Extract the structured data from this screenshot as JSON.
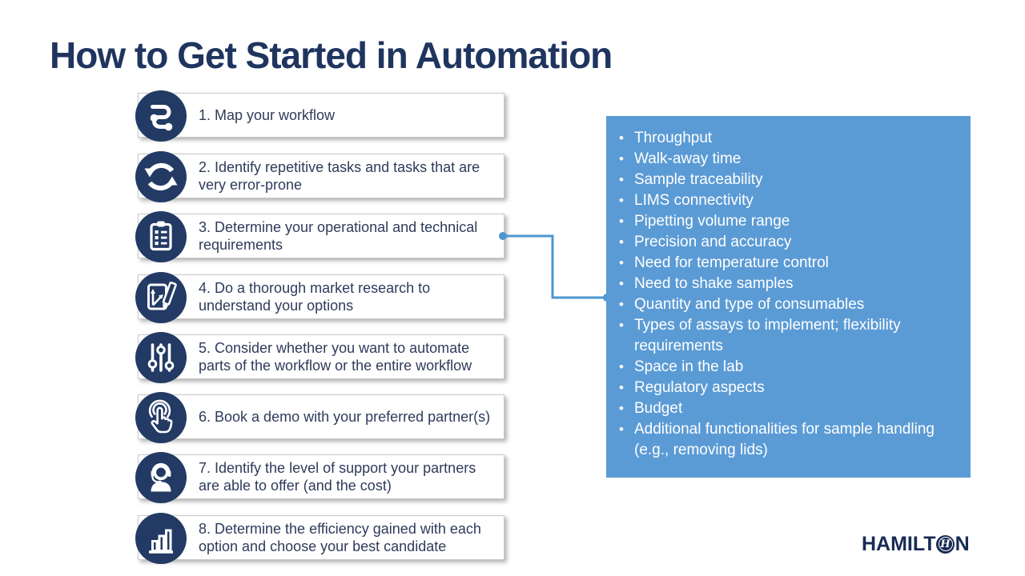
{
  "title": "How to Get Started in Automation",
  "steps": [
    {
      "icon": "workflow-map-icon",
      "label": "1. Map your workflow"
    },
    {
      "icon": "repeat-cycle-icon",
      "label": "2. Identify repetitive tasks and tasks that are very error-prone"
    },
    {
      "icon": "checklist-clipboard-icon",
      "label": "3. Determine your operational and technical requirements"
    },
    {
      "icon": "market-research-icon",
      "label": "4. Do a thorough market research to understand your options"
    },
    {
      "icon": "sliders-icon",
      "label": "5. Consider whether you want to automate parts of the workflow or the entire workflow"
    },
    {
      "icon": "tap-click-icon",
      "label": "6. Book a demo with your preferred partner(s)"
    },
    {
      "icon": "support-agent-icon",
      "label": "7. Identify the level of support your partners are able to offer (and the cost)"
    },
    {
      "icon": "bar-chart-icon",
      "label": "8. Determine the efficiency gained with each option and choose your best candidate"
    }
  ],
  "requirements_callout": {
    "connected_step_label": "3. Determine your operational and technical requirements",
    "items": [
      "Throughput",
      "Walk-away time",
      "Sample traceability",
      "LIMS connectivity",
      "Pipetting volume range",
      "Precision and accuracy",
      "Need for temperature control",
      "Need to shake samples",
      "Quantity and type of consumables",
      "Types of assays to implement; flexibility requirements",
      "Space in the lab",
      "Regulatory aspects",
      "Budget",
      "Additional functionalities for sample handling (e.g., removing lids)"
    ]
  },
  "logo": {
    "left": "HAMILT",
    "o": "H",
    "right": "N",
    "name": "HAMILTON"
  },
  "colors": {
    "navy_icon": "#223A64",
    "title_navy": "#1F355F",
    "step_text": "#2E3B5B",
    "callout_blue": "#5B9BD5",
    "connector_blue": "#4D96D0",
    "logo_navy": "#182B56"
  }
}
